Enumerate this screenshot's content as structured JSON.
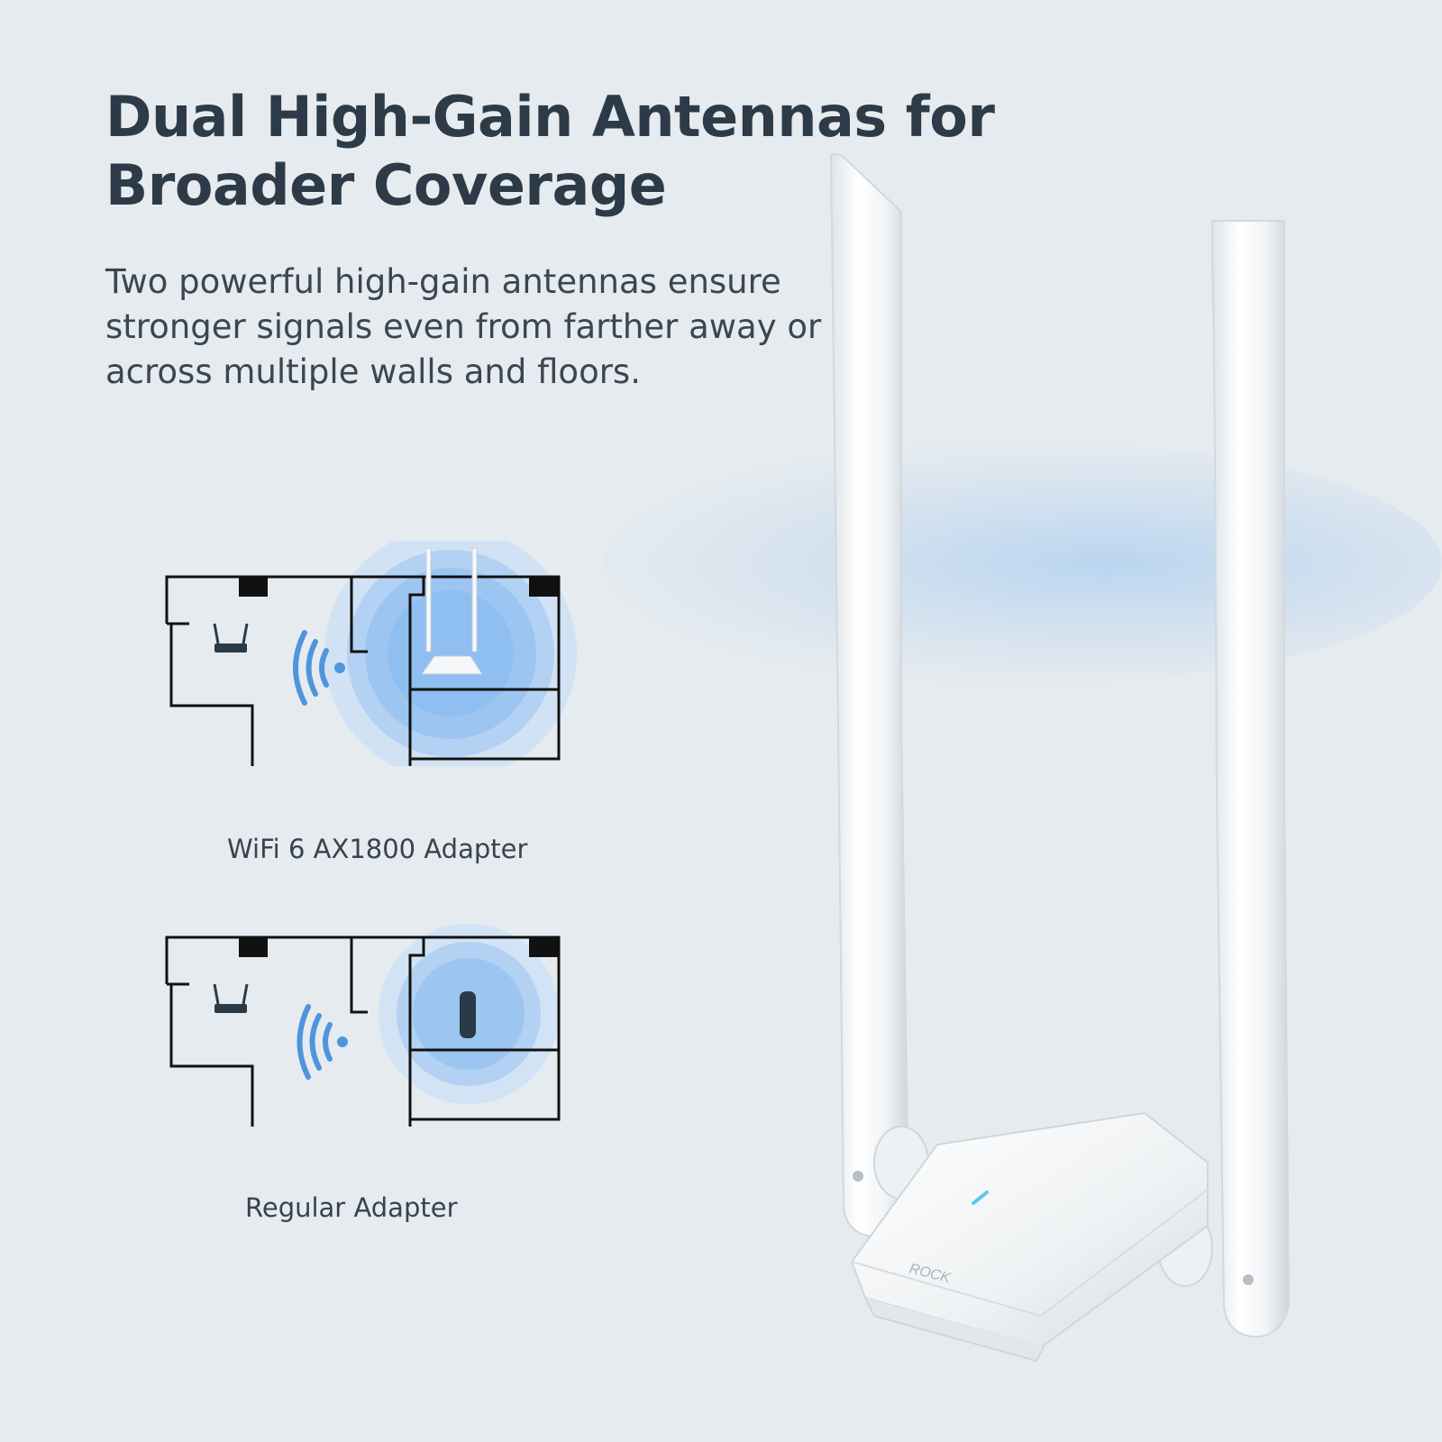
{
  "headline": {
    "line1": "Dual High-Gain Antennas for",
    "line2": "Broader Coverage"
  },
  "subtext": {
    "line1": "Two powerful high-gain antennas ensure",
    "line2": "stronger signals even from farther away or",
    "line3": "across multiple walls and floors."
  },
  "comparison": {
    "top_label": "WiFi 6 AX1800 Adapter",
    "bottom_label": "Regular Adapter"
  },
  "product": {
    "brand_mark": "ROCK"
  },
  "colors": {
    "background": "#e6ebef",
    "accent_blue": "#4f95de",
    "wall": "#111111"
  }
}
